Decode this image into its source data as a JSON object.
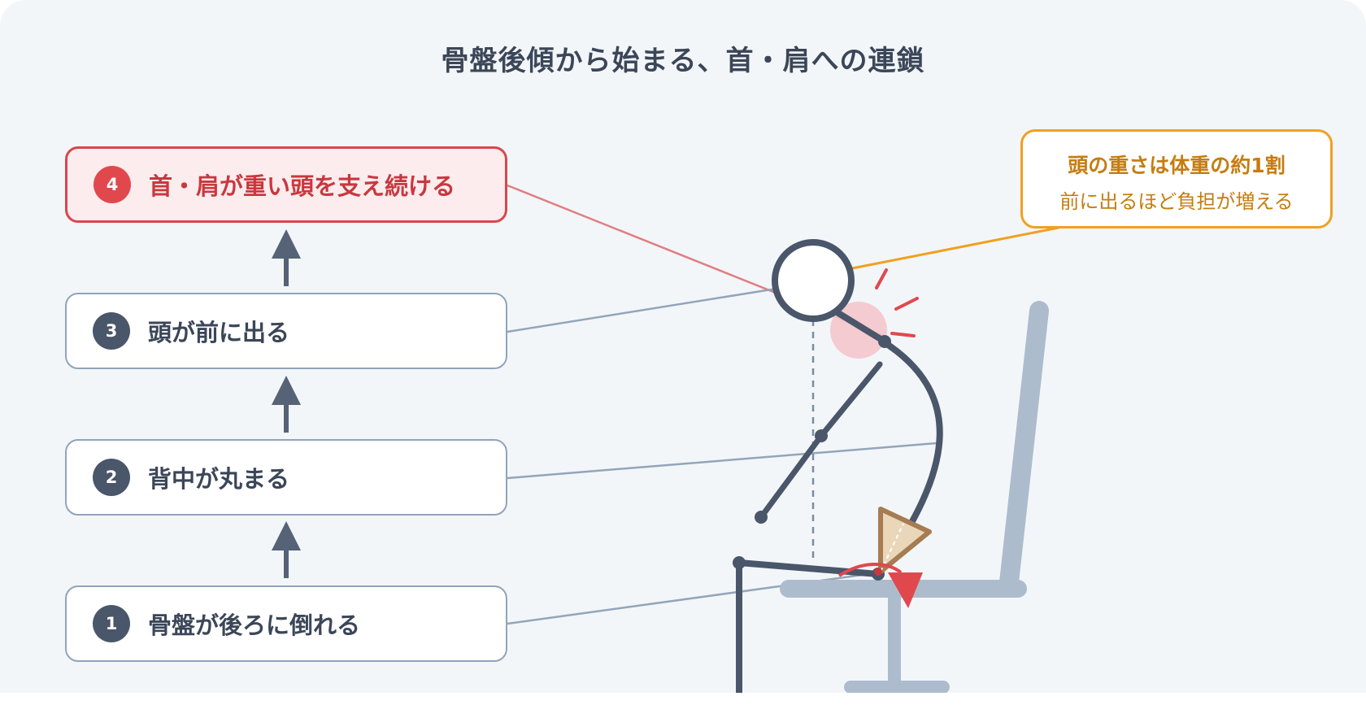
{
  "title": "骨盤後傾から始まる、首・肩への連鎖",
  "steps": [
    {
      "number": "1",
      "label": "骨盤が後ろに倒れる"
    },
    {
      "number": "2",
      "label": "背中が丸まる"
    },
    {
      "number": "3",
      "label": "頭が前に出る"
    },
    {
      "number": "4",
      "label": "首・肩が重い頭を支え続ける"
    }
  ],
  "note": {
    "line1": "頭の重さは体重の約1割",
    "line2": "前に出るほど負担が増える"
  },
  "colors": {
    "background": "#f3f6f9",
    "step_border": "#90a4ba",
    "step_number": "#4a5669",
    "highlight": "#d9464f",
    "highlight_fill": "#fdeced",
    "note_accent": "#f0a020",
    "figure_stroke": "#4a5669",
    "chair": "#adbccd",
    "pelvis": "#a67c52"
  },
  "icons": {
    "flow_arrow": "arrow-up-icon",
    "pelvis": "pelvis-triangle-icon",
    "tilt": "curved-arrow-icon",
    "strain": "strain-burst-icon"
  }
}
